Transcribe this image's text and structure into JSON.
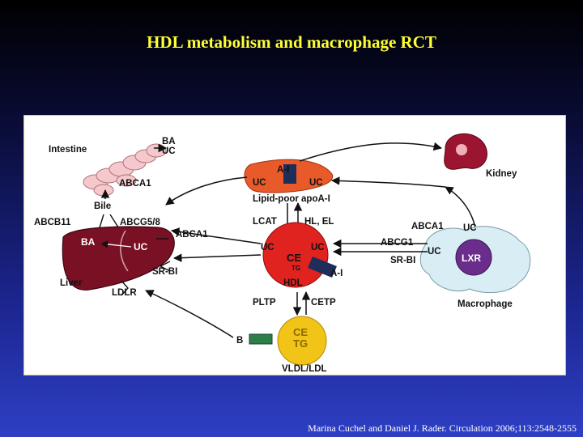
{
  "slide": {
    "title": "HDL metabolism and macrophage RCT",
    "citation": "Marina Cuchel and Daniel J. Rader. Circulation 2006;113:2548-2555"
  },
  "diagram": {
    "intestine": "Intestine",
    "ba_top": "BA",
    "uc_top": "UC",
    "abca1_intestine": "ABCA1",
    "bile": "Bile",
    "abcb11": "ABCB11",
    "abcg5_8": "ABCG5/8",
    "abca1_liver": "ABCA1",
    "liver_ba": "BA",
    "liver_uc": "UC",
    "liver": "Liver",
    "sr_bi_liver": "SR-BI",
    "ldlr": "LDLR",
    "apoa1_top": "A-I",
    "uc_left": "UC",
    "uc_right": "UC",
    "lipid_poor": "Lipid-poor apoA-I",
    "kidney": "Kidney",
    "lcat": "LCAT",
    "hl_el": "HL, EL",
    "hdl_uc_left": "UC",
    "hdl_uc_right": "UC",
    "hdl_ce": "CE",
    "hdl_tg": "TG",
    "hdl_apoa1": "A-I",
    "hdl": "HDL",
    "abca1_mac": "ABCA1",
    "abcg1": "ABCG1",
    "mac_uc": "UC",
    "sr_bi_mac": "SR-BI",
    "mac_uc2": "UC",
    "lxr": "LXR",
    "macrophage": "Macrophage",
    "pltp": "PLTP",
    "cetp": "CETP",
    "vldl_ce": "CE",
    "vldl_tg": "TG",
    "b_label": "B",
    "vldl_ldl": "VLDL/LDL"
  },
  "colors": {
    "title": "#ffff33",
    "liver": "#7a1024",
    "hdl": "#e0231f",
    "lipid_poor": "#e85a2a",
    "vldl": "#f2c418",
    "lxr": "#6a2d8c",
    "apob": "#2f7d4a"
  }
}
